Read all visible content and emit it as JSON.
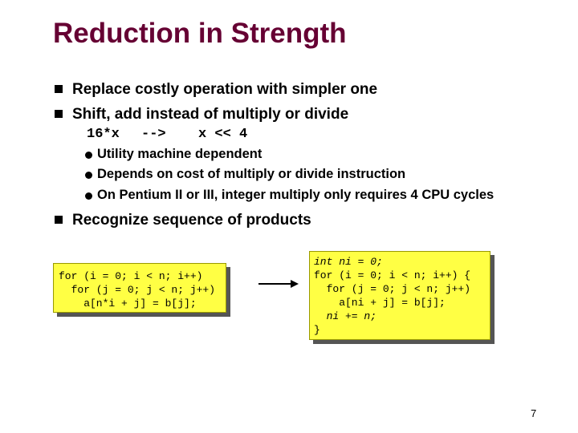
{
  "slide": {
    "title": "Reduction in Strength",
    "bullets": [
      "Replace costly operation with simpler one",
      "Shift, add instead of multiply or divide",
      "Recognize sequence of products"
    ],
    "code_example": {
      "lhs": "16*x",
      "arrow": "-->",
      "rhs": "x << 4"
    },
    "sub_bullets": [
      "Utility machine dependent",
      "Depends on cost of multiply or divide instruction",
      "On Pentium II or III, integer multiply only requires 4 CPU cycles"
    ],
    "code_before": "for (i = 0; i < n; i++)\n  for (j = 0; j < n; j++)\n    a[n*i + j] = b[j];",
    "code_after": {
      "line1": "int ni = 0;",
      "line2": "for (i = 0; i < n; i++) {\n  for (j = 0; j < n; j++)\n    a[ni + j] = b[j];",
      "line3": "  ni += n;",
      "line4": "}"
    },
    "page_number": "7",
    "colors": {
      "title": "#660033",
      "code_box": "#ffff44",
      "shadow": "#555555"
    }
  }
}
